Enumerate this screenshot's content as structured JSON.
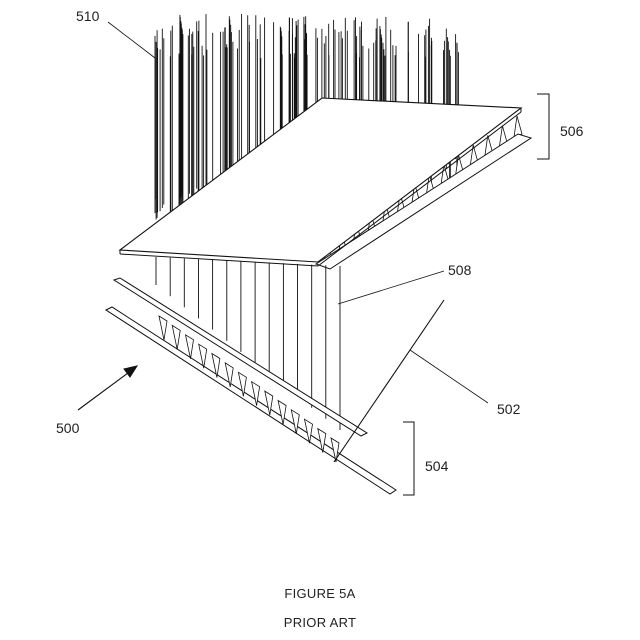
{
  "figure": {
    "title": "FIGURE 5A",
    "subtitle": "PRIOR ART"
  },
  "labels": {
    "fibers": "510",
    "upper_plates": "506",
    "connector_fibers": "508",
    "assembly": "500",
    "diagonal": "502",
    "lower_plates": "504"
  }
}
